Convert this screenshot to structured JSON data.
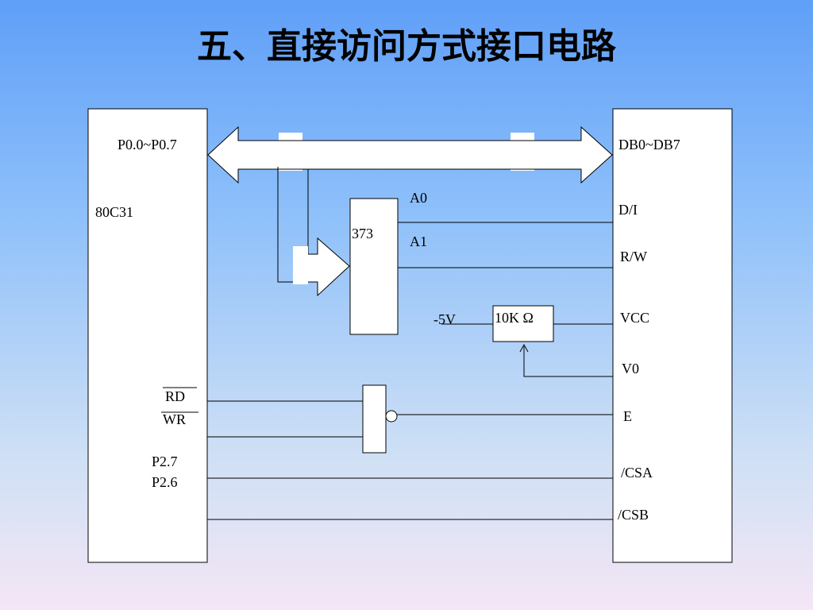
{
  "title": "五、直接访问方式接口电路",
  "mcu": {
    "name": "80C31",
    "bus_label": "P0.0~P0.7",
    "rd_label": "RD",
    "wr_label": "WR",
    "p27_label": "P2.7",
    "p26_label": "P2.6"
  },
  "latch": {
    "name": "373",
    "a0_label": "A0",
    "a1_label": "A1"
  },
  "pot": {
    "label": "10K Ω",
    "supply_label": "-5V"
  },
  "lcd": {
    "bus_label": "DB0~DB7",
    "di_label": "D/I",
    "rw_label": "R/W",
    "vcc_label": "VCC",
    "v0_label": "V0",
    "e_label": "E",
    "csa_label": "/CSA",
    "csb_label": "/CSB"
  }
}
